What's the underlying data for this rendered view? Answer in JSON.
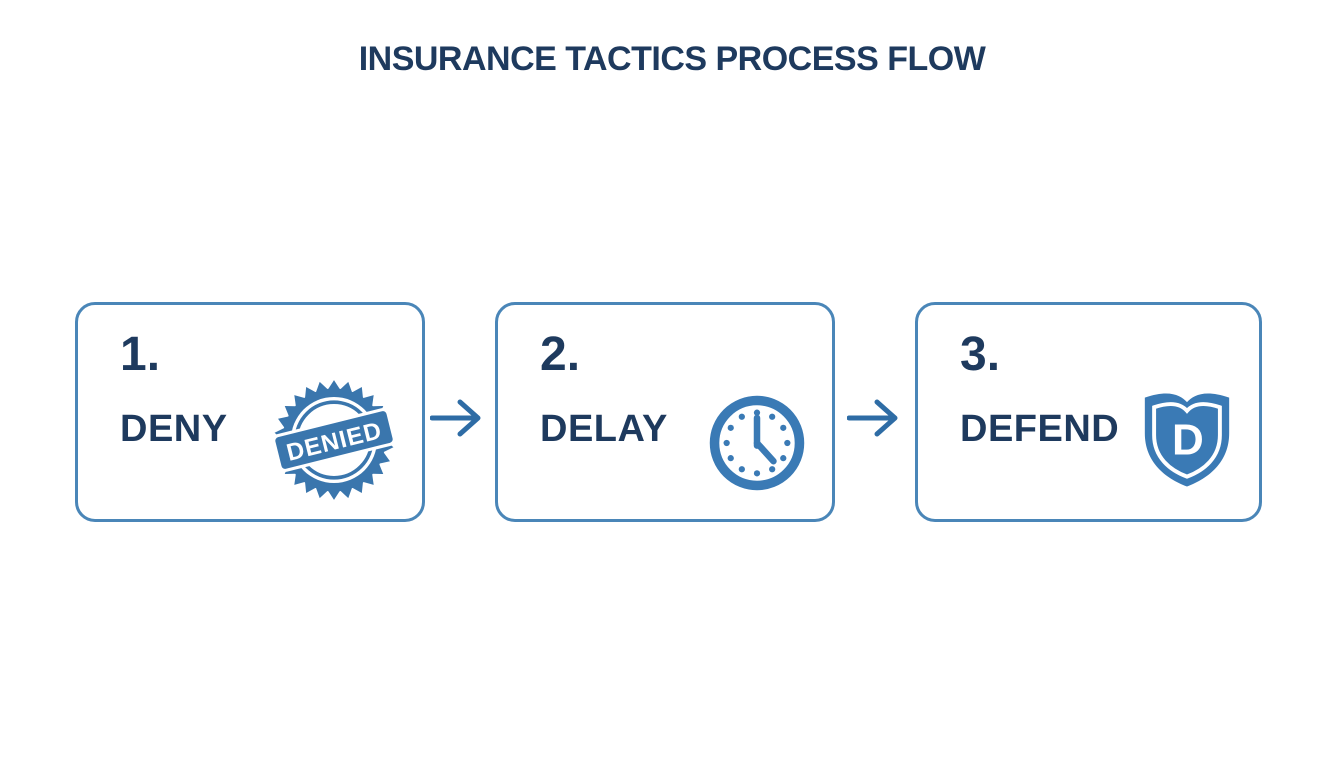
{
  "title": "INSURANCE TACTICS PROCESS FLOW",
  "colors": {
    "navy_text": "#1e3a5e",
    "box_border": "#4a86b8",
    "icon_blue": "#3a76ad",
    "arrow_blue": "#2e6ca5",
    "background": "#ffffff"
  },
  "flow": {
    "steps": [
      {
        "number": "1.",
        "label": "DENY",
        "icon": "denied-stamp-icon",
        "icon_text": "DENIED"
      },
      {
        "number": "2.",
        "label": "DELAY",
        "icon": "clock-icon"
      },
      {
        "number": "3.",
        "label": "DEFEND",
        "icon": "shield-icon",
        "icon_text": "D"
      }
    ],
    "connector_icon": "arrow-right-icon"
  }
}
